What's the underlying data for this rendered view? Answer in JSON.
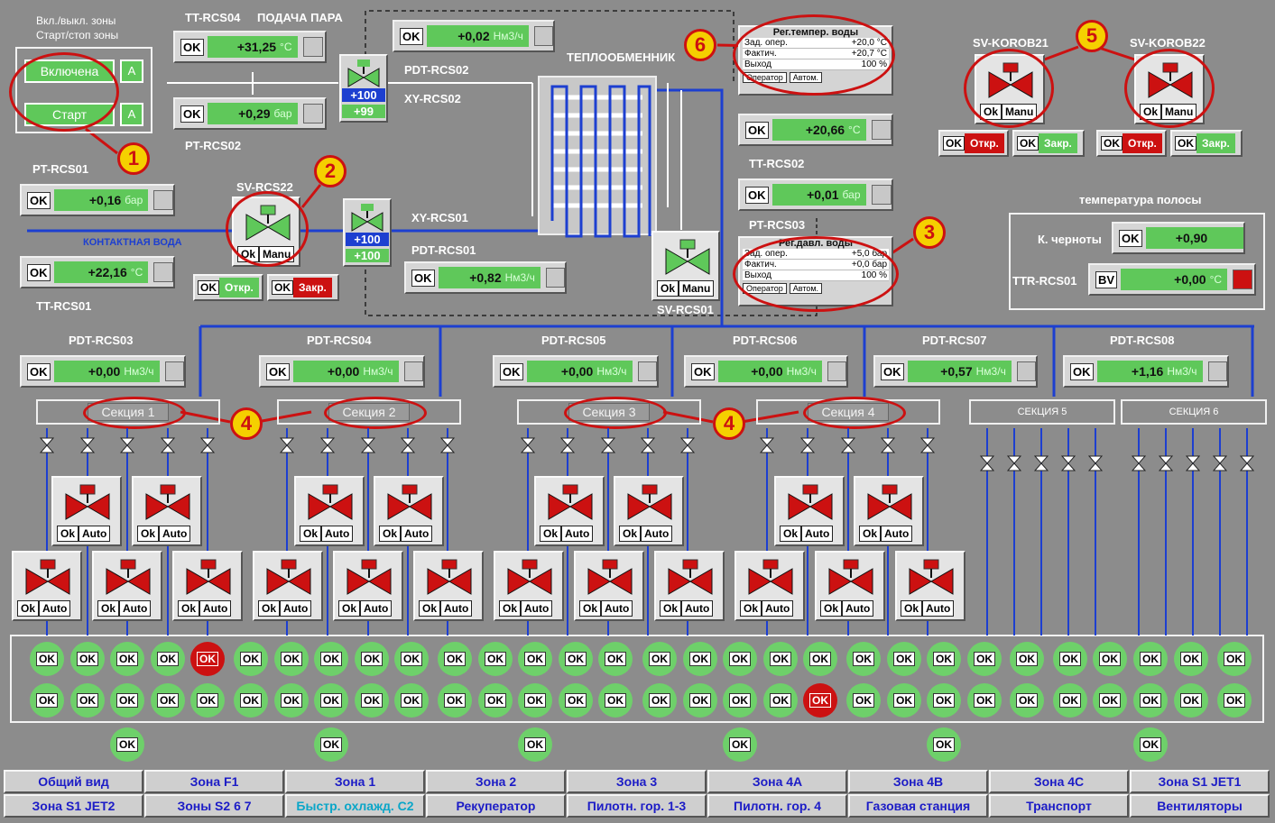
{
  "zone_panel": {
    "title1": "Вкл./выкл. зоны",
    "title2": "Старт/стоп зоны",
    "btn_on": "Включена",
    "btn_start": "Старт",
    "btn_a": "A"
  },
  "labels": {
    "tt_rcs04": "TT-RCS04",
    "steam": "ПОДАЧА ПАРА",
    "pt_rcs02": "PT-RCS02",
    "pdt_rcs02": "PDT-RCS02",
    "xy_rcs02": "XY-RCS02",
    "heat_exchanger": "ТЕПЛООБМЕННИК",
    "pt_rcs01": "PT-RCS01",
    "tt_rcs01": "TT-RCS01",
    "sv_rcs22": "SV-RCS22",
    "contact_water": "КОНТАКТНАЯ ВОДА",
    "xy_rcs01": "XY-RCS01",
    "pdt_rcs01": "PDT-RCS01",
    "tt_rcs02": "TT-RCS02",
    "pt_rcs03": "PT-RCS03",
    "sv_rcs01": "SV-RCS01",
    "sv_korob21": "SV-KOROB21",
    "sv_korob22": "SV-KOROB22",
    "strip_temp": "температура полосы",
    "blackness": "К. черноты",
    "ttr_rcs01": "TTR-RCS01"
  },
  "values": {
    "tt_rcs04": {
      "ok": "OK",
      "v": "+31,25",
      "u": "°С"
    },
    "pt_rcs02": {
      "ok": "OK",
      "v": "+0,29",
      "u": "бар"
    },
    "pdt_rcs02": {
      "ok": "OK",
      "v": "+0,02",
      "u": "Нм3/ч"
    },
    "pt_rcs01": {
      "ok": "OK",
      "v": "+0,16",
      "u": "бар"
    },
    "tt_rcs01": {
      "ok": "OK",
      "v": "+22,16",
      "u": "°С"
    },
    "pdt_rcs01": {
      "ok": "OK",
      "v": "+0,82",
      "u": "Нм3/ч"
    },
    "tt_rcs02": {
      "ok": "OK",
      "v": "+20,66",
      "u": "°С"
    },
    "pt_rcs03": {
      "ok": "OK",
      "v": "+0,01",
      "u": "бар"
    },
    "blackness": {
      "ok": "OK",
      "v": "+0,90",
      "u": ""
    },
    "ttr_rcs01": {
      "ok": "BV",
      "v": "+0,00",
      "u": "°С"
    }
  },
  "xy02": {
    "a": "+100",
    "b": "+99"
  },
  "xy01": {
    "a": "+100",
    "b": "+100"
  },
  "reg_temp": {
    "title": "Рег.темпер. воды",
    "r1k": "Зад. опер.",
    "r1v": "+20,0 °С",
    "r2k": "Фактич.",
    "r2v": "+20,7 °С",
    "r3k": "Выход",
    "r3v": "100 %",
    "b1": "Оператор",
    "b2": "Автом."
  },
  "reg_press": {
    "title": "Рег.давл. воды",
    "r1k": "Зад. опер.",
    "r1v": "+5,0 бар",
    "r2k": "Фактич.",
    "r2v": "+0,0 бар",
    "r3k": "Выход",
    "r3v": "100 %",
    "b1": "Оператор",
    "b2": "Автом."
  },
  "valve_ok": "Ok",
  "valve_manu": "Manu",
  "valve_auto": "Auto",
  "btn_open": "Откр.",
  "btn_close": "Закр.",
  "ok": "OK",
  "pdt": [
    {
      "label": "PDT-RCS03",
      "v": "+0,00"
    },
    {
      "label": "PDT-RCS04",
      "v": "+0,00"
    },
    {
      "label": "PDT-RCS05",
      "v": "+0,00"
    },
    {
      "label": "PDT-RCS06",
      "v": "+0,00"
    },
    {
      "label": "PDT-RCS07",
      "v": "+0,57"
    },
    {
      "label": "PDT-RCS08",
      "v": "+1,16"
    }
  ],
  "pdt_unit": "Нм3/ч",
  "sections": [
    "Секция 1",
    "Секция 2",
    "Секция 3",
    "Секция 4",
    "СЕКЦИЯ 5",
    "СЕКЦИЯ 6"
  ],
  "markers": [
    "1",
    "2",
    "3",
    "4",
    "4",
    "5",
    "6"
  ],
  "tabs_row1": [
    "Общий вид",
    "Зона F1",
    "Зона 1",
    "Зона 2",
    "Зона 3",
    "Зона 4A",
    "Зона 4B",
    "Зона 4C",
    "Зона S1 JET1"
  ],
  "tabs_row2": [
    "Зона S1 JET2",
    "Зоны S2 6 7",
    "Быстр. охлажд. С2",
    "Рекуператор",
    "Пилотн. гор. 1-3",
    "Пилотн. гор. 4",
    "Газовая станция",
    "Транспорт",
    "Вентиляторы"
  ],
  "colors": {
    "accent_green": "#5fc85a",
    "alarm_red": "#cc1111",
    "pipe_blue": "#1d3fd0",
    "marker_yellow": "#f5d000"
  }
}
